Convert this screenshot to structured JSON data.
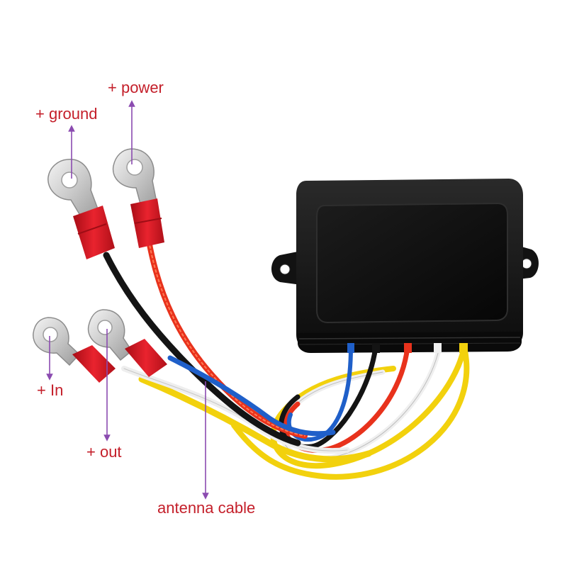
{
  "labels": {
    "power": "+ power",
    "ground": "+ ground",
    "in": "+ In",
    "out": "+ out",
    "antenna": "antenna cable"
  },
  "colors": {
    "label_text": "#c41f2a",
    "arrow": "#8b4bb0",
    "housing": "#141414",
    "terminal_insulator": "#d6141f",
    "wire_red": "#e8321c",
    "wire_black": "#141414",
    "wire_yellow": "#f2d10d",
    "wire_white": "#f2f2f2",
    "wire_blue": "#1f5fc9"
  }
}
